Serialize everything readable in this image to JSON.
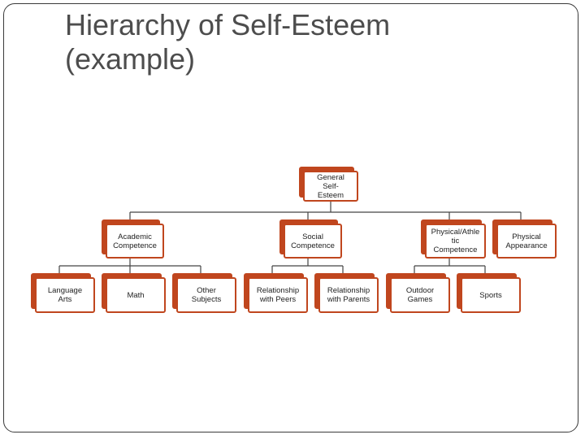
{
  "slide": {
    "title_lines": [
      "Hierarchy of Self-Esteem",
      "(example)"
    ]
  },
  "colors": {
    "accent": "#c0461e",
    "line": "#444444",
    "text": "#222222"
  },
  "hierarchy": {
    "root": "General Self-\nEsteem",
    "level2": [
      {
        "label": "Academic\nCompetence"
      },
      {
        "label": "Social\nCompetence"
      },
      {
        "label": "Physical/Athle\ntic\nCompetence"
      },
      {
        "label": "Physical\nAppearance"
      }
    ],
    "level3": [
      {
        "label": "Language\nArts"
      },
      {
        "label": "Math"
      },
      {
        "label": "Other\nSubjects"
      },
      {
        "label": "Relationship\nwith Peers"
      },
      {
        "label": "Relationship\nwith Parents"
      },
      {
        "label": "Outdoor\nGames"
      },
      {
        "label": "Sports"
      }
    ]
  }
}
